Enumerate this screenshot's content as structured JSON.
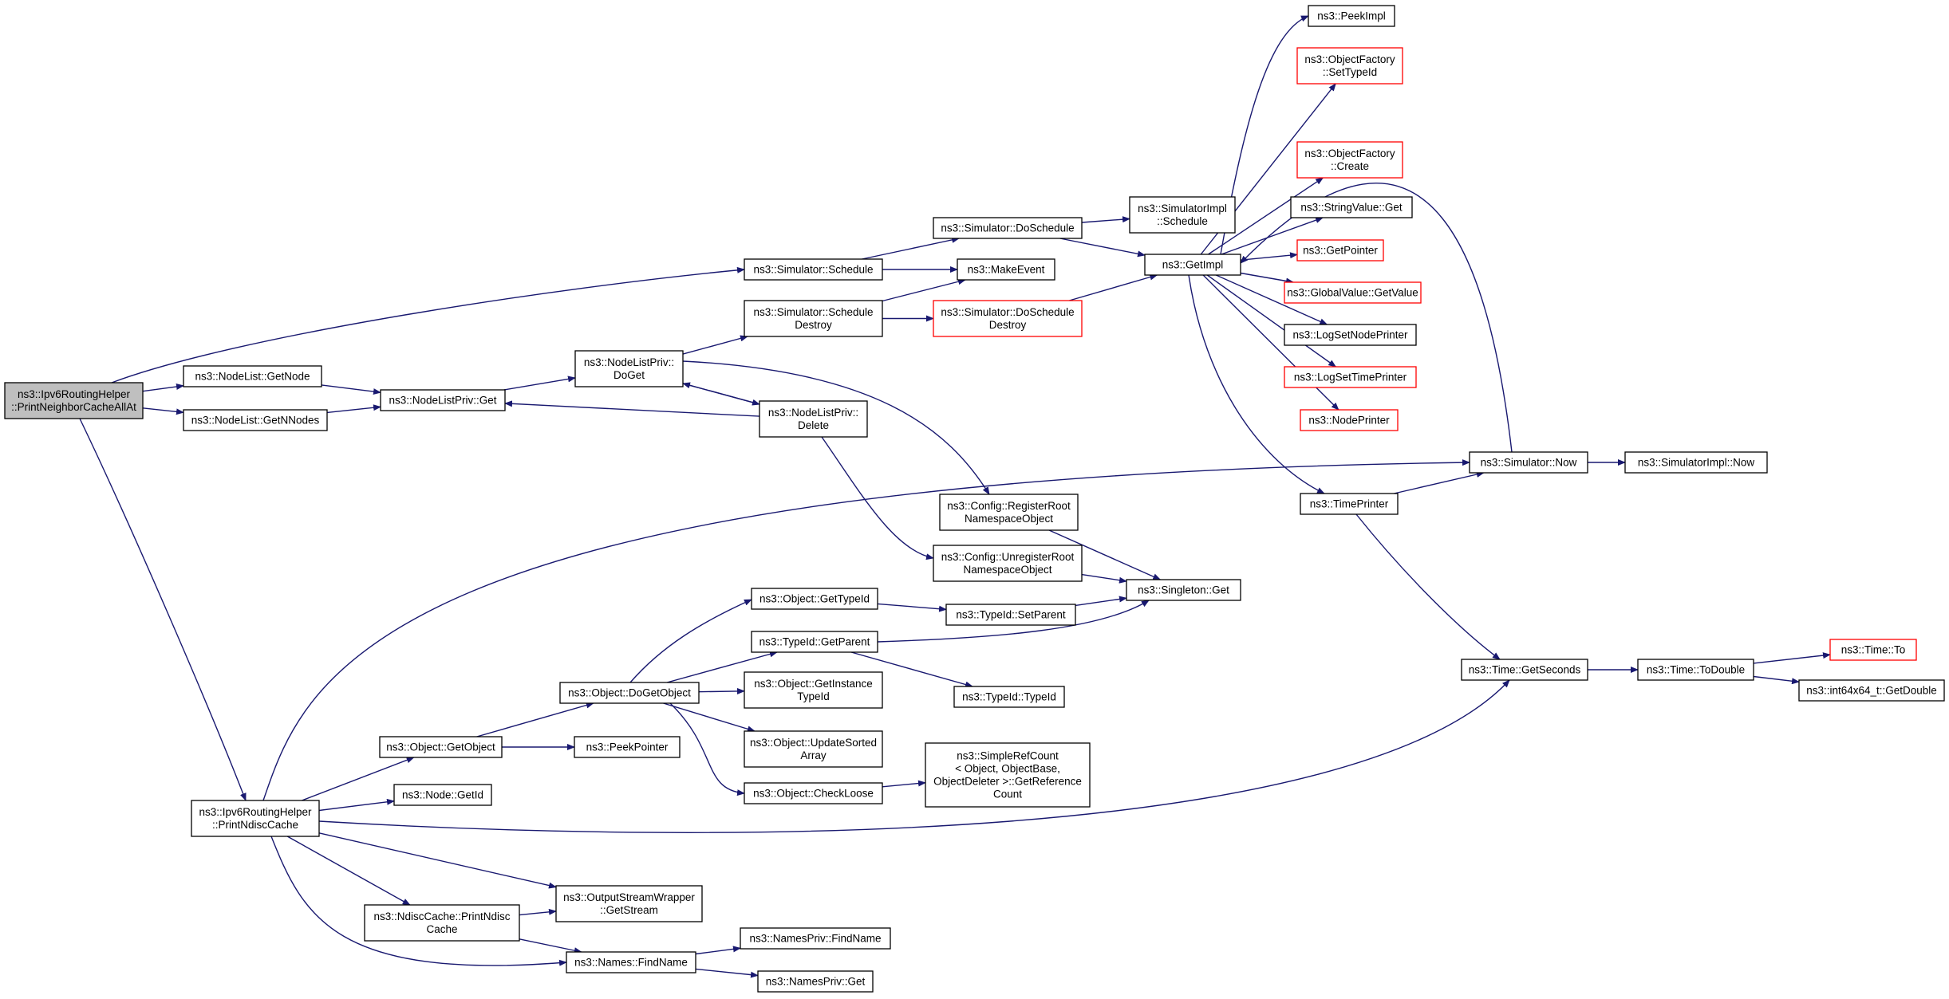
{
  "diagram": {
    "type": "call-graph",
    "colors": {
      "edge": "#191970",
      "box_border": "#000000",
      "truncated_border": "#ff0000",
      "root_fill": "#bfbfbf",
      "box_fill": "#ffffff"
    },
    "nodes": [
      {
        "id": "root",
        "lines": [
          "ns3::Ipv6RoutingHelper",
          "::PrintNeighborCacheAllAt"
        ],
        "style": "root"
      },
      {
        "id": "simSchedule",
        "lines": [
          "ns3::Simulator::Schedule"
        ],
        "style": "normal"
      },
      {
        "id": "nlGetNode",
        "lines": [
          "ns3::NodeList::GetNode"
        ],
        "style": "normal"
      },
      {
        "id": "nlGetNNodes",
        "lines": [
          "ns3::NodeList::GetNNodes"
        ],
        "style": "normal"
      },
      {
        "id": "printNdisc",
        "lines": [
          "ns3::Ipv6RoutingHelper",
          "::PrintNdiscCache"
        ],
        "style": "normal"
      },
      {
        "id": "nlpGet",
        "lines": [
          "ns3::NodeListPriv::Get"
        ],
        "style": "normal"
      },
      {
        "id": "nlpDoGet",
        "lines": [
          "ns3::NodeListPriv::",
          "DoGet"
        ],
        "style": "normal"
      },
      {
        "id": "nlpDelete",
        "lines": [
          "ns3::NodeListPriv::",
          "Delete"
        ],
        "style": "normal"
      },
      {
        "id": "simDoSchedule",
        "lines": [
          "ns3::Simulator::DoSchedule"
        ],
        "style": "normal"
      },
      {
        "id": "makeEvent",
        "lines": [
          "ns3::MakeEvent"
        ],
        "style": "normal"
      },
      {
        "id": "simSchedDestroy",
        "lines": [
          "ns3::Simulator::Schedule",
          "Destroy"
        ],
        "style": "normal"
      },
      {
        "id": "simDoSchedDestroy",
        "lines": [
          "ns3::Simulator::DoSchedule",
          "Destroy"
        ],
        "style": "truncated"
      },
      {
        "id": "simImplSchedule",
        "lines": [
          "ns3::SimulatorImpl",
          "::Schedule"
        ],
        "style": "normal"
      },
      {
        "id": "getImpl",
        "lines": [
          "ns3::GetImpl"
        ],
        "style": "normal"
      },
      {
        "id": "peekImpl",
        "lines": [
          "ns3::PeekImpl"
        ],
        "style": "normal"
      },
      {
        "id": "ofSetTypeId",
        "lines": [
          "ns3::ObjectFactory",
          "::SetTypeId"
        ],
        "style": "truncated"
      },
      {
        "id": "ofCreate",
        "lines": [
          "ns3::ObjectFactory",
          "::Create"
        ],
        "style": "truncated"
      },
      {
        "id": "stringValueGet",
        "lines": [
          "ns3::StringValue::Get"
        ],
        "style": "normal"
      },
      {
        "id": "getPointer",
        "lines": [
          "ns3::GetPointer"
        ],
        "style": "truncated"
      },
      {
        "id": "gvGetValue",
        "lines": [
          "ns3::GlobalValue::GetValue"
        ],
        "style": "truncated"
      },
      {
        "id": "logSetNode",
        "lines": [
          "ns3::LogSetNodePrinter"
        ],
        "style": "normal"
      },
      {
        "id": "logSetTime",
        "lines": [
          "ns3::LogSetTimePrinter"
        ],
        "style": "truncated"
      },
      {
        "id": "nodePrinter",
        "lines": [
          "ns3::NodePrinter"
        ],
        "style": "truncated"
      },
      {
        "id": "timePrinter",
        "lines": [
          "ns3::TimePrinter"
        ],
        "style": "normal"
      },
      {
        "id": "simNow",
        "lines": [
          "ns3::Simulator::Now"
        ],
        "style": "normal"
      },
      {
        "id": "simImplNow",
        "lines": [
          "ns3::SimulatorImpl::Now"
        ],
        "style": "normal"
      },
      {
        "id": "cfgRegister",
        "lines": [
          "ns3::Config::RegisterRoot",
          "NamespaceObject"
        ],
        "style": "normal"
      },
      {
        "id": "cfgUnregister",
        "lines": [
          "ns3::Config::UnregisterRoot",
          "NamespaceObject"
        ],
        "style": "normal"
      },
      {
        "id": "singletonGet",
        "lines": [
          "ns3::Singleton::Get"
        ],
        "style": "normal"
      },
      {
        "id": "objGetTypeId",
        "lines": [
          "ns3::Object::GetTypeId"
        ],
        "style": "normal"
      },
      {
        "id": "typeIdSetParent",
        "lines": [
          "ns3::TypeId::SetParent"
        ],
        "style": "normal"
      },
      {
        "id": "typeIdGetParent",
        "lines": [
          "ns3::TypeId::GetParent"
        ],
        "style": "normal"
      },
      {
        "id": "typeIdTypeId",
        "lines": [
          "ns3::TypeId::TypeId"
        ],
        "style": "normal"
      },
      {
        "id": "objDoGetObject",
        "lines": [
          "ns3::Object::DoGetObject"
        ],
        "style": "normal"
      },
      {
        "id": "objGetInstanceTypeId",
        "lines": [
          "ns3::Object::GetInstance",
          "TypeId"
        ],
        "style": "normal"
      },
      {
        "id": "objUpdateSorted",
        "lines": [
          "ns3::Object::UpdateSorted",
          "Array"
        ],
        "style": "normal"
      },
      {
        "id": "objCheckLoose",
        "lines": [
          "ns3::Object::CheckLoose"
        ],
        "style": "normal"
      },
      {
        "id": "simpleRefCount",
        "lines": [
          "ns3::SimpleRefCount",
          "< Object, ObjectBase,",
          "ObjectDeleter >::GetReference",
          "Count"
        ],
        "style": "normal"
      },
      {
        "id": "objGetObject",
        "lines": [
          "ns3::Object::GetObject"
        ],
        "style": "normal"
      },
      {
        "id": "peekPointer",
        "lines": [
          "ns3::PeekPointer"
        ],
        "style": "normal"
      },
      {
        "id": "nodeGetId",
        "lines": [
          "ns3::Node::GetId"
        ],
        "style": "normal"
      },
      {
        "id": "ndiscPrint",
        "lines": [
          "ns3::NdiscCache::PrintNdisc",
          "Cache"
        ],
        "style": "normal"
      },
      {
        "id": "oswGetStream",
        "lines": [
          "ns3::OutputStreamWrapper",
          "::GetStream"
        ],
        "style": "normal"
      },
      {
        "id": "namesFindName",
        "lines": [
          "ns3::Names::FindName"
        ],
        "style": "normal"
      },
      {
        "id": "npFindName",
        "lines": [
          "ns3::NamesPriv::FindName"
        ],
        "style": "normal"
      },
      {
        "id": "npGet",
        "lines": [
          "ns3::NamesPriv::Get"
        ],
        "style": "normal"
      },
      {
        "id": "timeGetSeconds",
        "lines": [
          "ns3::Time::GetSeconds"
        ],
        "style": "normal"
      },
      {
        "id": "timeToDouble",
        "lines": [
          "ns3::Time::ToDouble"
        ],
        "style": "normal"
      },
      {
        "id": "timeTo",
        "lines": [
          "ns3::Time::To"
        ],
        "style": "truncated"
      },
      {
        "id": "int64GetDouble",
        "lines": [
          "ns3::int64x64_t::GetDouble"
        ],
        "style": "normal"
      }
    ],
    "edges": [
      [
        "root",
        "simSchedule"
      ],
      [
        "root",
        "nlGetNode"
      ],
      [
        "root",
        "nlGetNNodes"
      ],
      [
        "root",
        "printNdisc"
      ],
      [
        "nlGetNode",
        "nlpGet"
      ],
      [
        "nlGetNNodes",
        "nlpGet"
      ],
      [
        "nlpGet",
        "nlpDoGet"
      ],
      [
        "nlpDoGet",
        "nlpDelete"
      ],
      [
        "nlpDelete",
        "nlpDoGet"
      ],
      [
        "nlpDelete",
        "nlpGet"
      ],
      [
        "nlpDoGet",
        "simSchedDestroy"
      ],
      [
        "nlpDoGet",
        "cfgRegister"
      ],
      [
        "nlpDelete",
        "cfgUnregister"
      ],
      [
        "simSchedule",
        "simDoSchedule"
      ],
      [
        "simSchedule",
        "makeEvent"
      ],
      [
        "simSchedDestroy",
        "makeEvent"
      ],
      [
        "simSchedDestroy",
        "simDoSchedDestroy"
      ],
      [
        "simDoSchedule",
        "simImplSchedule"
      ],
      [
        "simDoSchedule",
        "getImpl"
      ],
      [
        "simDoSchedDestroy",
        "getImpl"
      ],
      [
        "getImpl",
        "peekImpl"
      ],
      [
        "getImpl",
        "ofSetTypeId"
      ],
      [
        "getImpl",
        "ofCreate"
      ],
      [
        "getImpl",
        "stringValueGet"
      ],
      [
        "getImpl",
        "getPointer"
      ],
      [
        "getImpl",
        "gvGetValue"
      ],
      [
        "getImpl",
        "logSetNode"
      ],
      [
        "getImpl",
        "logSetTime"
      ],
      [
        "getImpl",
        "nodePrinter"
      ],
      [
        "getImpl",
        "timePrinter"
      ],
      [
        "timePrinter",
        "simNow"
      ],
      [
        "timePrinter",
        "timeGetSeconds"
      ],
      [
        "simNow",
        "getImpl"
      ],
      [
        "simNow",
        "simImplNow"
      ],
      [
        "cfgRegister",
        "singletonGet"
      ],
      [
        "cfgUnregister",
        "singletonGet"
      ],
      [
        "objGetTypeId",
        "typeIdSetParent"
      ],
      [
        "typeIdSetParent",
        "singletonGet"
      ],
      [
        "typeIdGetParent",
        "singletonGet"
      ],
      [
        "typeIdGetParent",
        "typeIdTypeId"
      ],
      [
        "objDoGetObject",
        "objGetTypeId"
      ],
      [
        "objDoGetObject",
        "typeIdGetParent"
      ],
      [
        "objDoGetObject",
        "objGetInstanceTypeId"
      ],
      [
        "objDoGetObject",
        "objUpdateSorted"
      ],
      [
        "objDoGetObject",
        "objCheckLoose"
      ],
      [
        "objCheckLoose",
        "simpleRefCount"
      ],
      [
        "objGetObject",
        "objDoGetObject"
      ],
      [
        "objGetObject",
        "peekPointer"
      ],
      [
        "printNdisc",
        "objGetObject"
      ],
      [
        "printNdisc",
        "nodeGetId"
      ],
      [
        "printNdisc",
        "simNow"
      ],
      [
        "printNdisc",
        "timeGetSeconds"
      ],
      [
        "printNdisc",
        "oswGetStream"
      ],
      [
        "printNdisc",
        "ndiscPrint"
      ],
      [
        "printNdisc",
        "namesFindName"
      ],
      [
        "ndiscPrint",
        "oswGetStream"
      ],
      [
        "ndiscPrint",
        "namesFindName"
      ],
      [
        "namesFindName",
        "npFindName"
      ],
      [
        "namesFindName",
        "npGet"
      ],
      [
        "timeGetSeconds",
        "timeToDouble"
      ],
      [
        "timeToDouble",
        "timeTo"
      ],
      [
        "timeToDouble",
        "int64GetDouble"
      ]
    ]
  }
}
